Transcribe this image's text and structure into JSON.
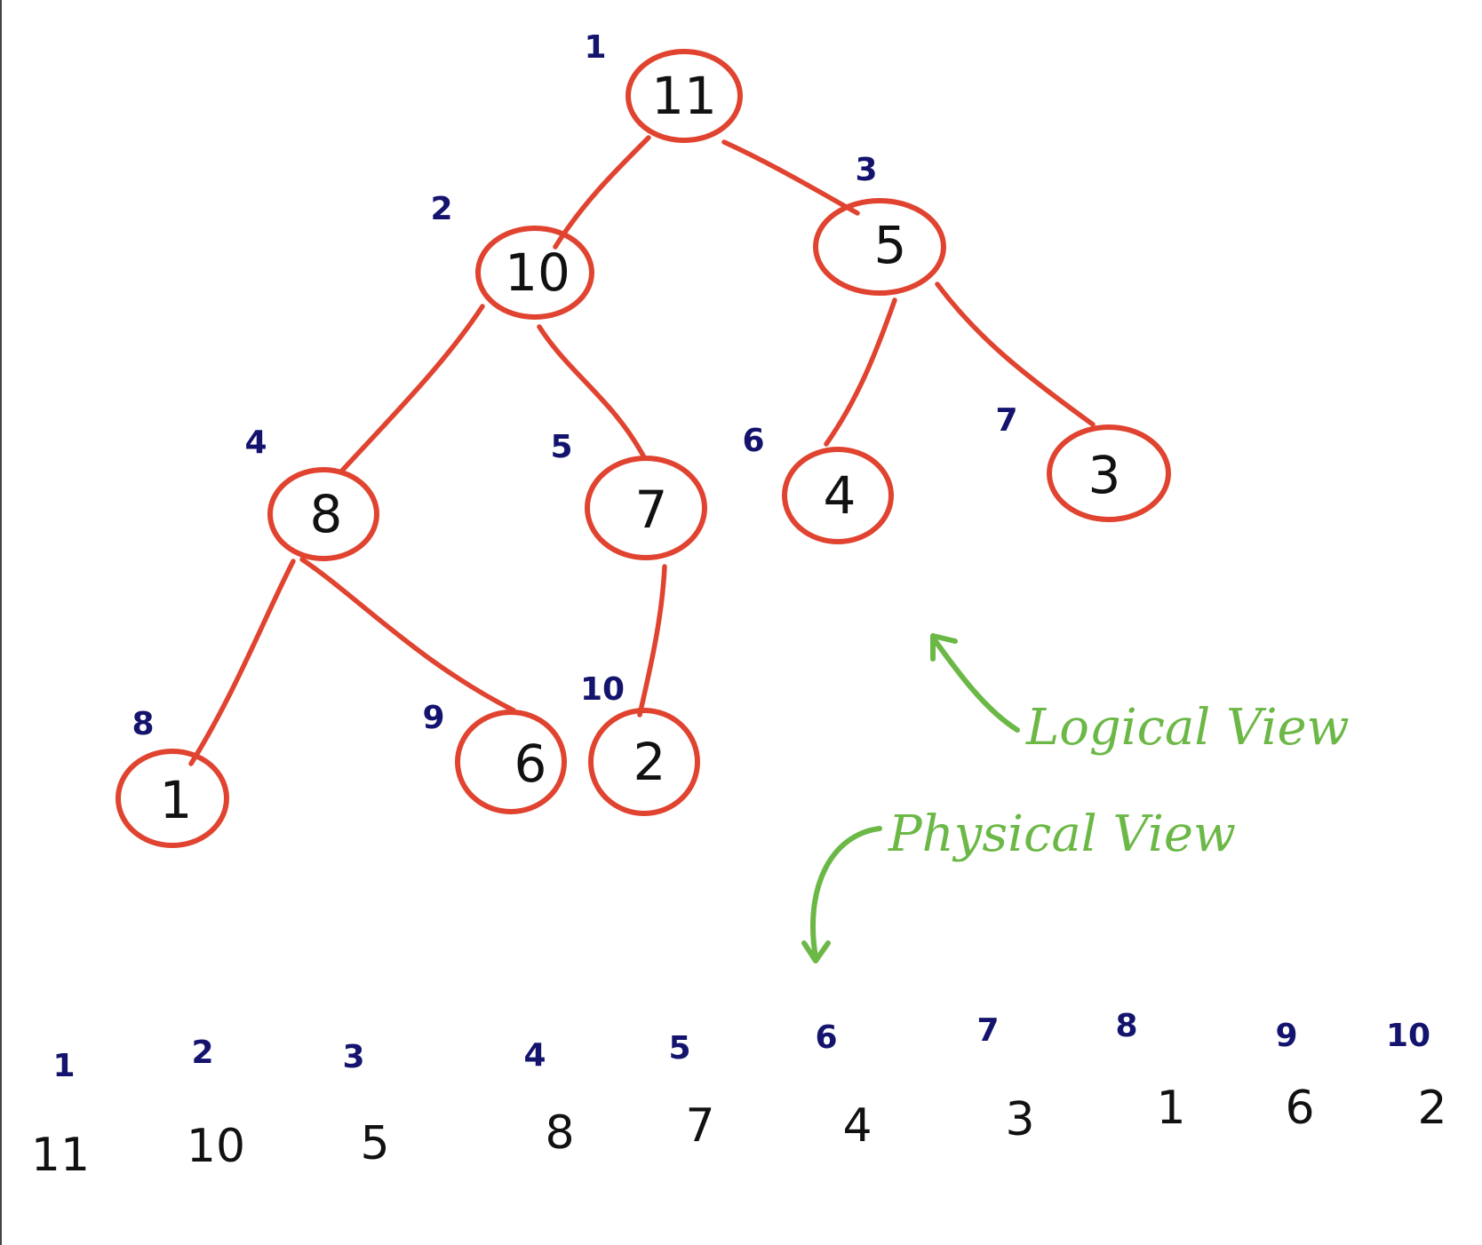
{
  "tree": {
    "nodes": [
      {
        "index": "1",
        "value": "11"
      },
      {
        "index": "2",
        "value": "10"
      },
      {
        "index": "3",
        "value": "5"
      },
      {
        "index": "4",
        "value": "8"
      },
      {
        "index": "5",
        "value": "7"
      },
      {
        "index": "6",
        "value": "4"
      },
      {
        "index": "7",
        "value": "3"
      },
      {
        "index": "8",
        "value": "1"
      },
      {
        "index": "9",
        "value": "6"
      },
      {
        "index": "10",
        "value": "2"
      }
    ]
  },
  "annotations": {
    "logical_view": "Logical View",
    "physical_view": "Physical View"
  },
  "array": {
    "indices": [
      "1",
      "2",
      "3",
      "4",
      "5",
      "6",
      "7",
      "8",
      "9",
      "10"
    ],
    "values": [
      "11",
      "10",
      "5",
      "8",
      "7",
      "4",
      "3",
      "1",
      "6",
      "2"
    ]
  },
  "colors": {
    "node_stroke": "#e0432f",
    "index_label": "#14146e",
    "annotation": "#6cb847",
    "value_text": "#111111"
  }
}
